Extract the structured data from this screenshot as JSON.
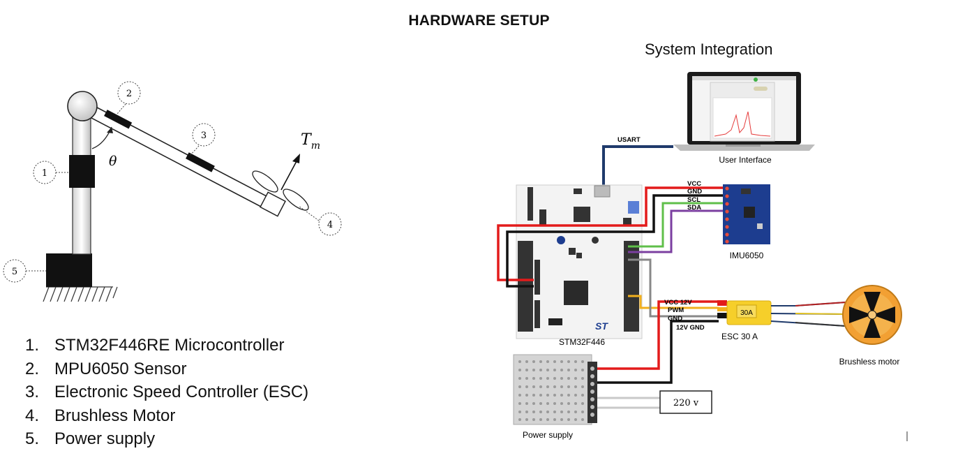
{
  "page_title": "HARDWARE SETUP",
  "system_title": "System Integration",
  "mechanism": {
    "callouts": [
      "1",
      "2",
      "3",
      "4",
      "5"
    ],
    "angle_label": "θ",
    "thrust_label": "T",
    "thrust_subscript": "m"
  },
  "parts_list": [
    {
      "num": "1.",
      "label": "STM32F446RE Microcontroller"
    },
    {
      "num": "2.",
      "label": "MPU6050 Sensor"
    },
    {
      "num": "3.",
      "label": "Electronic Speed Controller (ESC)"
    },
    {
      "num": "4.",
      "label": "Brushless Motor"
    },
    {
      "num": "5.",
      "label": "Power supply"
    }
  ],
  "wiring": {
    "usart_label": "USART",
    "user_interface_label": "User Interface",
    "imu_label": "IMU6050",
    "imu_pins": [
      "VCC",
      "GND",
      "SCL",
      "SDA"
    ],
    "board_label": "STM32F446",
    "esc_pins": [
      "VCC 12V",
      "PWM",
      "GND"
    ],
    "esc_gnd_label": "12V GND",
    "esc_label": "ESC 30 A",
    "esc_rating": "30A",
    "motor_label": "Brushless motor",
    "mains_label": "220 v",
    "power_label": "Power supply"
  },
  "colors": {
    "vcc": "#e31b1b",
    "gnd": "#111111",
    "scl": "#5fbf4a",
    "sda": "#7b3fa0",
    "usart": "#1f3a6b",
    "pwm": "#f2b01e",
    "pwm_gnd": "#888888",
    "board": "#f3f3f3",
    "imu": "#1d3d8f",
    "esc": "#f6cf2a",
    "motor": "#f2a033"
  }
}
